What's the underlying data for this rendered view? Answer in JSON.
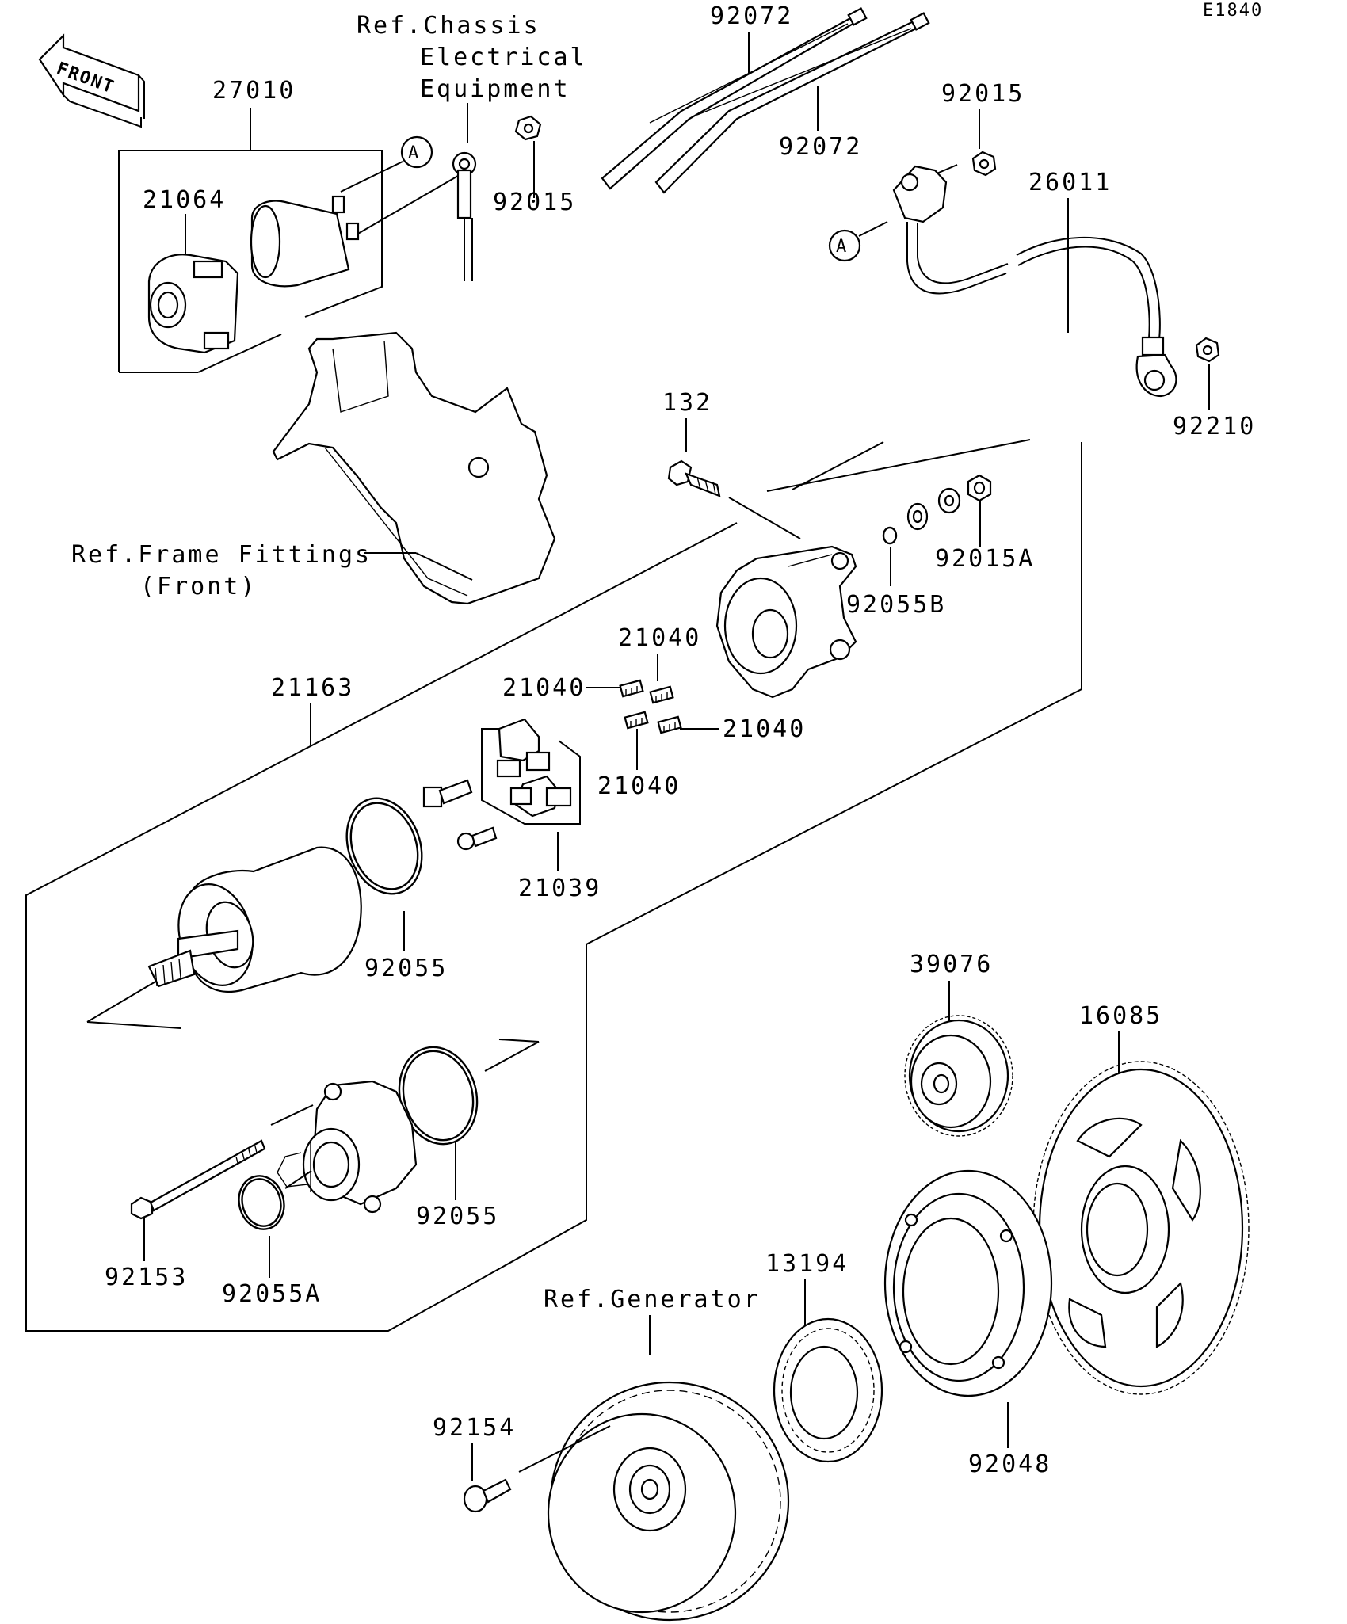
{
  "diagram_code": "E1840",
  "front_label": "FRONT",
  "callout_a": "A",
  "refs": {
    "chassis_line1": "Ref.Chassis",
    "chassis_line2": "Electrical",
    "chassis_line3": "Equipment",
    "frame_line1": "Ref.Frame Fittings",
    "frame_line2": "(Front)",
    "generator": "Ref.Generator"
  },
  "parts": {
    "p27010": "27010",
    "p21064": "21064",
    "p92015_top": "92015",
    "p92015_right": "92015",
    "p92072_a": "92072",
    "p92072_b": "92072",
    "p26011": "26011",
    "p92210": "92210",
    "p132": "132",
    "p92015A": "92015A",
    "p92055B": "92055B",
    "p21040_top": "21040",
    "p21040_left": "21040",
    "p21040_right": "21040",
    "p21040_bottom": "21040",
    "p21163": "21163",
    "p21039": "21039",
    "p92055_top": "92055",
    "p92055_bottom": "92055",
    "p92153": "92153",
    "p92055A": "92055A",
    "p39076": "39076",
    "p16085": "16085",
    "p13194": "13194",
    "p92154": "92154",
    "p92048": "92048"
  }
}
